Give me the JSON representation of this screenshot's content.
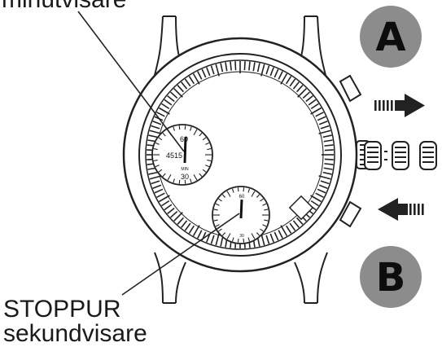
{
  "labels": {
    "top_label": "minutvisare",
    "bottom_label_line1": "STOPPUR",
    "bottom_label_line2": "sekundvisare"
  },
  "buttons": {
    "a_letter": "A",
    "b_letter": "B"
  },
  "minute_subdial": {
    "top_number": "60",
    "left_number": "4515",
    "bottom_number": "30",
    "min_label": "MIN"
  },
  "second_subdial": {
    "top_number": "60",
    "bottom_number": "30"
  },
  "colors": {
    "line": "#222222",
    "badge_fill": "#8c8c8c",
    "badge_text": "#0d0d0d",
    "arrow": "#222222"
  },
  "icons": {
    "push_right": "arrow-right-icon",
    "push_left": "arrow-left-icon",
    "crown_positions": "crown-icon"
  }
}
